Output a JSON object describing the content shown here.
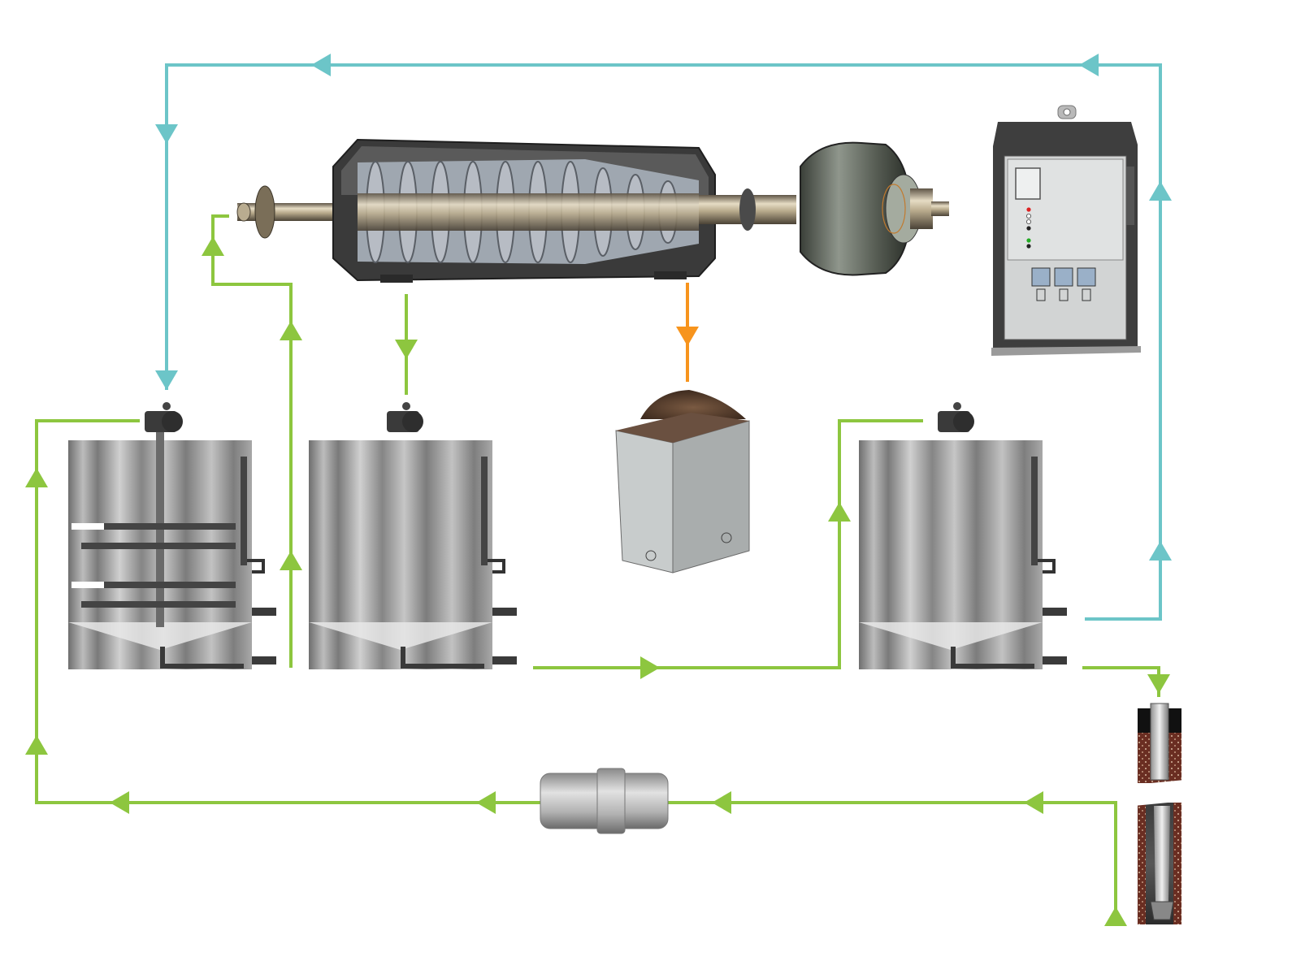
{
  "colors": {
    "background": "#ffffff",
    "liquid_flow": "#8dc63f",
    "return_flow": "#6cc5c8",
    "solids_flow": "#f7941d",
    "tank_steel": "#8c8c8c",
    "cabinet": "#d4d6d6",
    "soil": "#5a4232"
  },
  "flows": [
    {
      "id": "return-line",
      "kind": "return_flow"
    },
    {
      "id": "mix-tank-feed-line",
      "kind": "liquid_flow"
    },
    {
      "id": "centrate-to-tank2-line",
      "kind": "liquid_flow"
    },
    {
      "id": "solids-discharge-line",
      "kind": "solids_flow"
    },
    {
      "id": "tank2-to-tank3-line",
      "kind": "liquid_flow"
    },
    {
      "id": "tank3-to-well-line",
      "kind": "liquid_flow"
    },
    {
      "id": "well-pump-line",
      "kind": "liquid_flow"
    },
    {
      "id": "tank3-return-line",
      "kind": "return_flow"
    }
  ],
  "equipment": [
    {
      "id": "decanter-centrifuge",
      "icon": "decanter-centrifuge-icon"
    },
    {
      "id": "control-cabinet",
      "icon": "control-panel-icon"
    },
    {
      "id": "mixing-tank",
      "icon": "agitator-tank-icon"
    },
    {
      "id": "settling-tank",
      "icon": "tank-icon"
    },
    {
      "id": "clean-tank",
      "icon": "tank-icon"
    },
    {
      "id": "solids-bin",
      "icon": "solids-bin-icon"
    },
    {
      "id": "inline-filter",
      "icon": "filter-icon"
    },
    {
      "id": "well-casing",
      "icon": "well-casing-icon"
    }
  ]
}
